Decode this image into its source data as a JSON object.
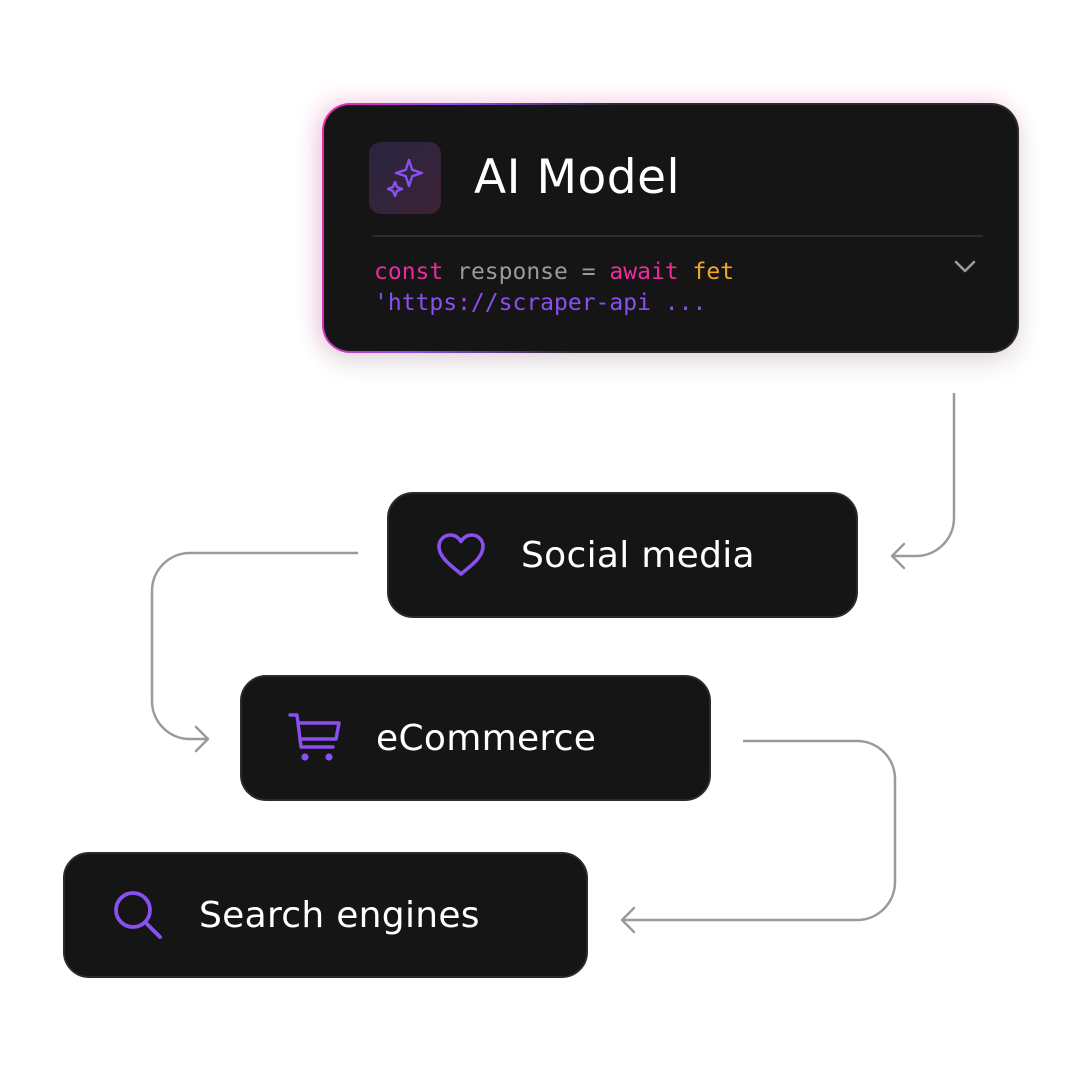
{
  "ai_model": {
    "title": "AI Model",
    "icon": "sparkles-icon",
    "code_line1": {
      "kw1": "const",
      "var": " response = ",
      "kw2": "await",
      "fn": " fet"
    },
    "code_line2": "'https://scraper-api ..."
  },
  "nodes": [
    {
      "label": "Social media",
      "icon": "heart-icon"
    },
    {
      "label": "eCommerce",
      "icon": "shopping-cart-icon"
    },
    {
      "label": "Search engines",
      "icon": "search-icon"
    }
  ],
  "colors": {
    "accent_purple": "#8a4ff0",
    "accent_pink": "#ec2b9f",
    "accent_orange": "#f5a623",
    "card_bg": "#151515",
    "connector": "#9a9a9a"
  }
}
